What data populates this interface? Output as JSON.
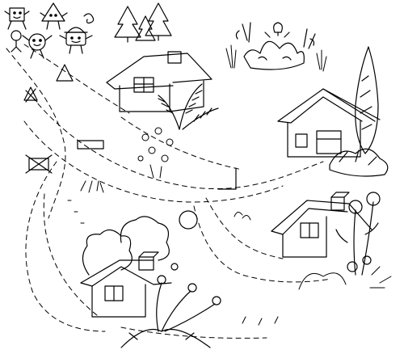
{
  "scene": {
    "kind": "coloring-page",
    "stroke_color": "#000000",
    "background_color": "#ffffff"
  },
  "characters": [
    {
      "name": "square-character"
    },
    {
      "name": "triangle-character"
    },
    {
      "name": "circle-character"
    },
    {
      "name": "rectangle-character"
    }
  ],
  "shapes_on_path": [
    "triangle",
    "rectangle",
    "square",
    "circle",
    "corner"
  ],
  "houses": [
    {
      "name": "house-top-center",
      "window_shape": "rectangle"
    },
    {
      "name": "house-right",
      "window_shape": "rectangle"
    },
    {
      "name": "house-mid-right",
      "window_shape": "rectangle"
    },
    {
      "name": "house-bottom-left",
      "window_shape": "rectangle"
    }
  ]
}
